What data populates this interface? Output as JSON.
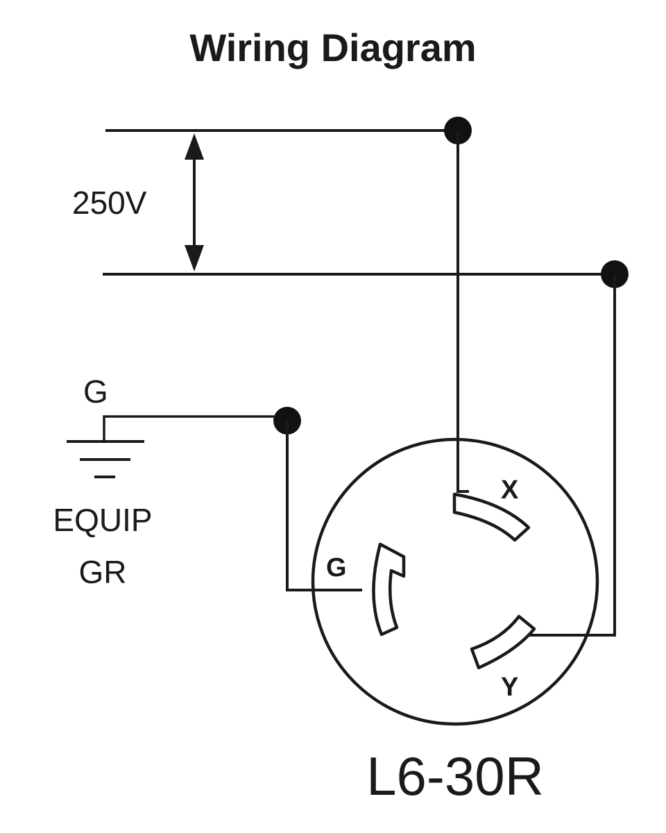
{
  "diagram": {
    "title": "Wiring Diagram",
    "voltage_label": "250V",
    "ground_label": "G",
    "equipment_ground_label_line1": "EQUIP",
    "equipment_ground_label_line2": "GR",
    "receptacle": {
      "model": "L6-30R",
      "terminals": {
        "x": "X",
        "y": "Y",
        "g": "G"
      }
    },
    "colors": {
      "ink": "#1a1a1a",
      "background": "#ffffff"
    }
  }
}
